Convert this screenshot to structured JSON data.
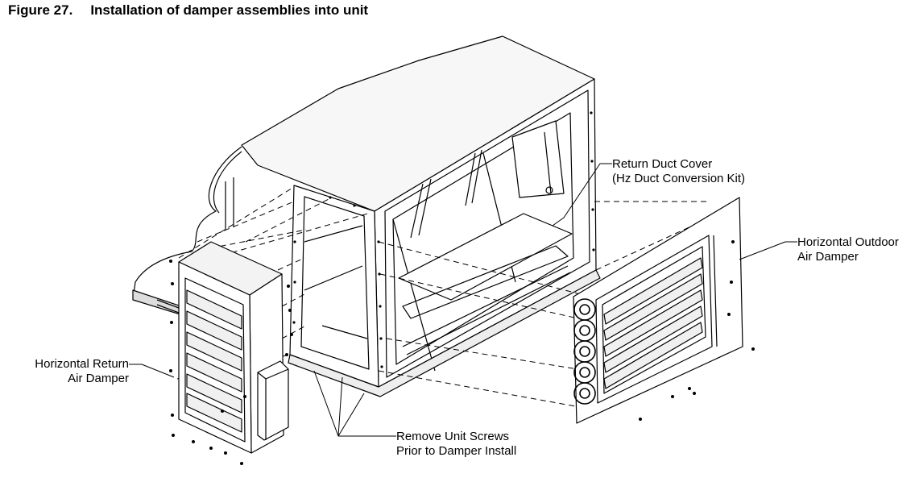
{
  "figure": {
    "number": "Figure 27.",
    "title": "Installation of damper assemblies into unit"
  },
  "callouts": {
    "return_duct_cover": {
      "line1": "Return Duct Cover",
      "line2": "(Hz Duct Conversion Kit)"
    },
    "horizontal_outdoor_air_damper": {
      "line1": "Horizontal Outdoor",
      "line2": "Air Damper"
    },
    "horizontal_return_air_damper": {
      "line1": "Horizontal Return",
      "line2": "Air Damper"
    },
    "remove_unit_screws": {
      "line1": "Remove Unit Screws",
      "line2": "Prior to Damper Install"
    }
  }
}
